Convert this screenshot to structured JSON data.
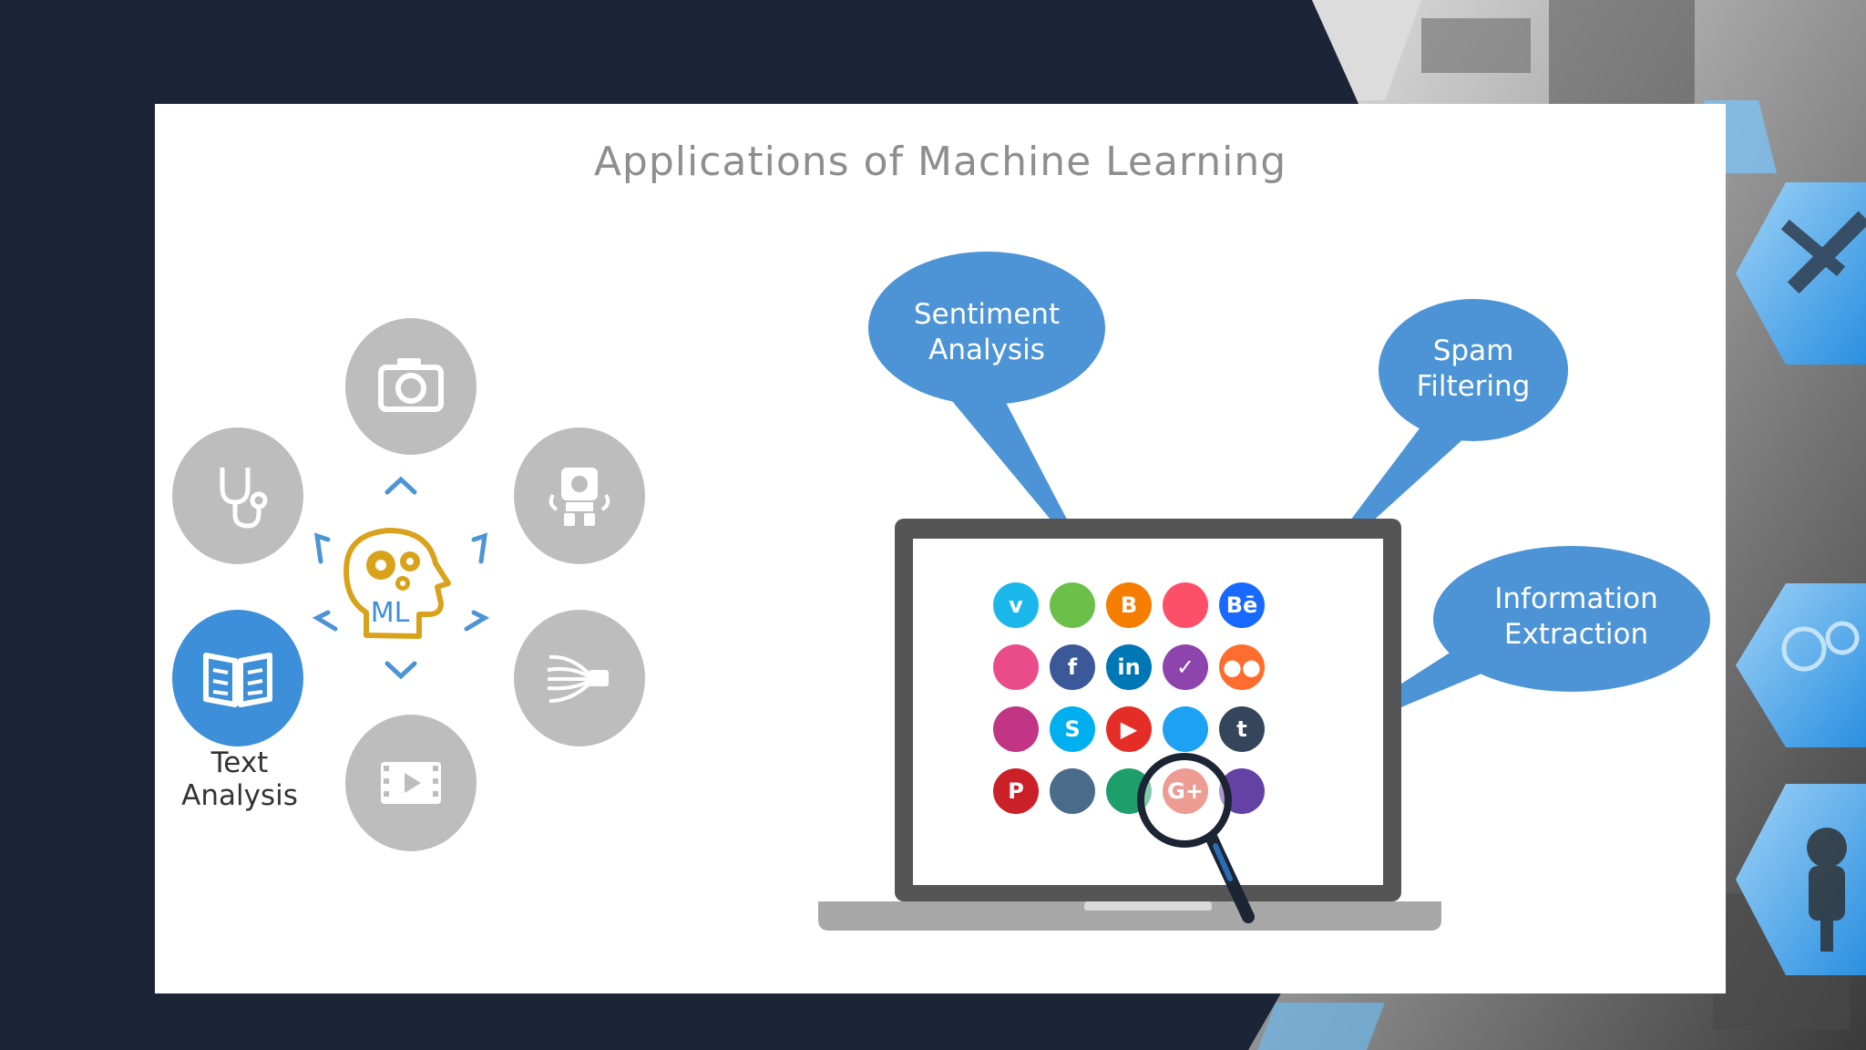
{
  "slide": {
    "title": "Applications of Machine Learning"
  },
  "ml_hub": {
    "center_label": "ML",
    "center_icon": "head-gears-icon",
    "applications": [
      {
        "icon": "camera-icon",
        "active": false
      },
      {
        "icon": "robot-icon",
        "active": false
      },
      {
        "icon": "fiber-optic-icon",
        "active": false
      },
      {
        "icon": "video-icon",
        "active": false
      },
      {
        "icon": "book-icon",
        "active": true,
        "label": "Text Analysis"
      },
      {
        "icon": "stethoscope-icon",
        "active": false
      }
    ]
  },
  "speech_bubbles": {
    "sentiment": "Sentiment Analysis",
    "sentiment_line1": "Sentiment",
    "sentiment_line2": "Analysis",
    "spam_line1": "Spam",
    "spam_line2": "Filtering",
    "info_line1": "Information",
    "info_line2": "Extraction"
  },
  "social_icons": [
    {
      "name": "vimeo-icon",
      "glyph": "v",
      "color": "#1ab7ea"
    },
    {
      "name": "rss-icon",
      "glyph": "",
      "color": "#6cc04a"
    },
    {
      "name": "blogger-icon",
      "glyph": "B",
      "color": "#f57d00"
    },
    {
      "name": "tinder-icon",
      "glyph": "",
      "color": "#fd5068"
    },
    {
      "name": "behance-icon",
      "glyph": "Bē",
      "color": "#1769ff"
    },
    {
      "name": "dribbble-icon",
      "glyph": "",
      "color": "#ea4c89"
    },
    {
      "name": "facebook-icon",
      "glyph": "f",
      "color": "#3b5998"
    },
    {
      "name": "linkedin-icon",
      "glyph": "in",
      "color": "#0077b5"
    },
    {
      "name": "check-icon",
      "glyph": "✓",
      "color": "#8e44ad"
    },
    {
      "name": "flickr-icon",
      "glyph": "●●",
      "color": "#ff6d2e"
    },
    {
      "name": "instagram-icon",
      "glyph": "",
      "color": "#c13584"
    },
    {
      "name": "skype-icon",
      "glyph": "S",
      "color": "#00aff0"
    },
    {
      "name": "youtube-icon",
      "glyph": "▶",
      "color": "#e52d27"
    },
    {
      "name": "twitter-icon",
      "glyph": "",
      "color": "#1da1f2"
    },
    {
      "name": "tumblr-icon",
      "glyph": "t",
      "color": "#35465c"
    },
    {
      "name": "pinterest-icon",
      "glyph": "P",
      "color": "#cb2027"
    },
    {
      "name": "camera-app-icon",
      "glyph": "",
      "color": "#4a6b8a"
    },
    {
      "name": "leaf-icon",
      "glyph": "",
      "color": "#1e9e6a"
    },
    {
      "name": "google-plus-icon",
      "glyph": "G+",
      "color": "#dd4b39"
    },
    {
      "name": "twitch-icon",
      "glyph": "",
      "color": "#6441a5"
    }
  ],
  "colors": {
    "bubble": "#4d94d6",
    "accent_blue": "#3d8fd9",
    "ml_gold": "#d9a21b",
    "inactive_gray": "#bdbdbd",
    "background_dark": "#1c2438"
  }
}
